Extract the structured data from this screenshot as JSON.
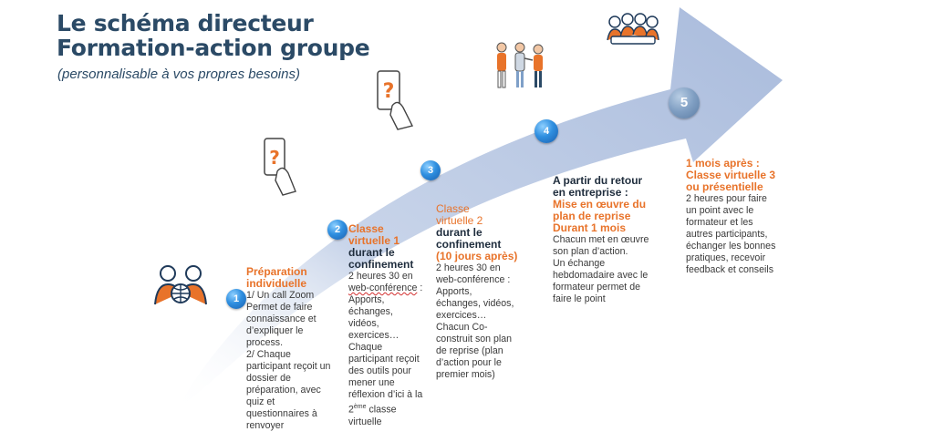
{
  "header": {
    "title_line1": "Le schéma directeur",
    "title_line2": "Formation-action groupe",
    "subtitle": "(personnalisable à vos propres besoins)"
  },
  "colors": {
    "arrow": "#b7c6e0",
    "orange": "#e8732a",
    "navy": "#1f2d3d",
    "title": "#2b4a66"
  },
  "steps": [
    {
      "number": "1",
      "heading": [
        "Préparation",
        "individuelle"
      ],
      "body": [
        "1/ Un call Zoom",
        "Permet de faire",
        "connaissance et",
        "d’expliquer le",
        "process.",
        "2/ Chaque",
        "participant reçoit un",
        "dossier de",
        "préparation, avec",
        "quiz et",
        "questionnaires à",
        "renvoyer"
      ]
    },
    {
      "number": "2",
      "heading": [
        "Classe",
        "virtuelle 1"
      ],
      "subheading": [
        "durant le",
        "confinement"
      ],
      "body": [
        " 2 heures 30 en",
        "web-conférence",
        " : Apports,",
        "échanges,",
        "vidéos,",
        "exercices…",
        "Chaque",
        "participant reçoit",
        "des outils pour",
        "mener une",
        "réflexion d’ici à la",
        "2",
        "ème",
        " classe",
        "virtuelle"
      ]
    },
    {
      "number": "3",
      "heading": [
        "Classe",
        "virtuelle 2"
      ],
      "subheading": [
        "durant le",
        "confinement"
      ],
      "heading2": "(10 jours après)",
      "body": [
        " 2 heures 30 en",
        "web-conférence :",
        "Apports,",
        "échanges, vidéos,",
        "exercices…",
        "Chacun Co-",
        "construit son plan",
        "de reprise (plan",
        "d’action pour le",
        "premier mois)"
      ]
    },
    {
      "number": "4",
      "subheading": [
        "A partir du retour",
        "en entreprise :"
      ],
      "heading": [
        "Mise en œuvre du",
        "plan de reprise",
        "Durant 1 mois"
      ],
      "body": [
        "Chacun met en œuvre",
        "son plan d’action.",
        "Un échange",
        "hebdomadaire avec le",
        "formateur permet de",
        "faire le point"
      ]
    },
    {
      "number": "5",
      "heading": [
        "1 mois après :",
        "Classe virtuelle 3",
        "ou présentielle"
      ],
      "body": [
        "2 heures pour faire",
        "un point avec le",
        "formateur et les",
        "autres participants,",
        "échanger les bonnes",
        "pratiques, recevoir",
        "feedback et conseils"
      ]
    }
  ]
}
